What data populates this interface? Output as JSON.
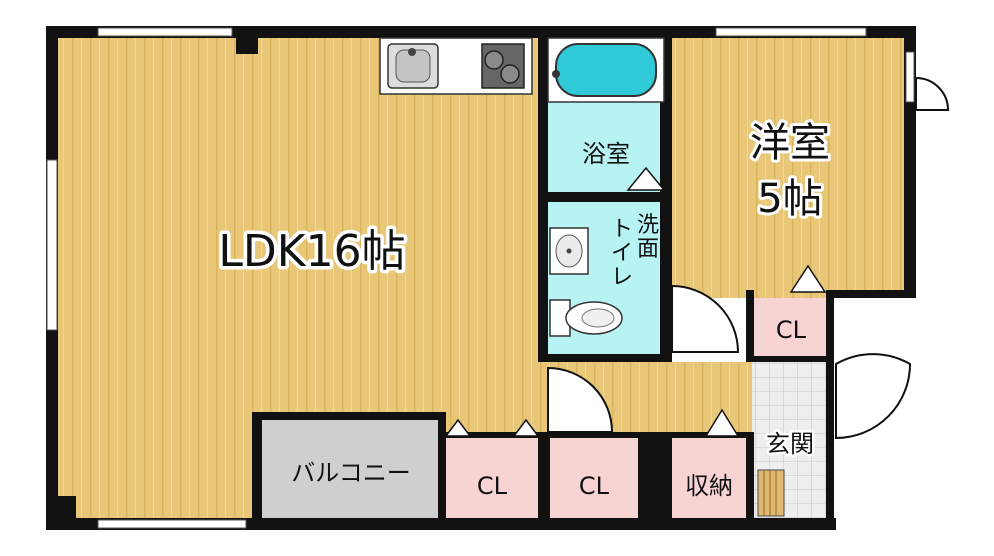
{
  "colors": {
    "floor": "#e8c878",
    "floor_stripe": "#d9b45c",
    "wet_area": "#b8f3f3",
    "closet": "#f7d3d3",
    "balcony": "#cfcfcf",
    "entrance": "#eeeeee",
    "wall": "#111111"
  },
  "rooms": {
    "ldk": "LDK16帖",
    "western_room_name": "洋室",
    "western_room_size": "5帖",
    "bath": "浴室",
    "washroom": "洗面",
    "toilet": "トイレ",
    "balcony": "バルコニー",
    "entrance": "玄関",
    "storage": "収納",
    "closet_west": "CL",
    "closet_mid_1": "CL",
    "closet_mid_2": "CL"
  },
  "icons": [
    "sink-icon",
    "stove-icon",
    "bathtub-icon",
    "washbasin-icon",
    "toilet-icon",
    "door-swing-icon",
    "stairs-icon"
  ]
}
